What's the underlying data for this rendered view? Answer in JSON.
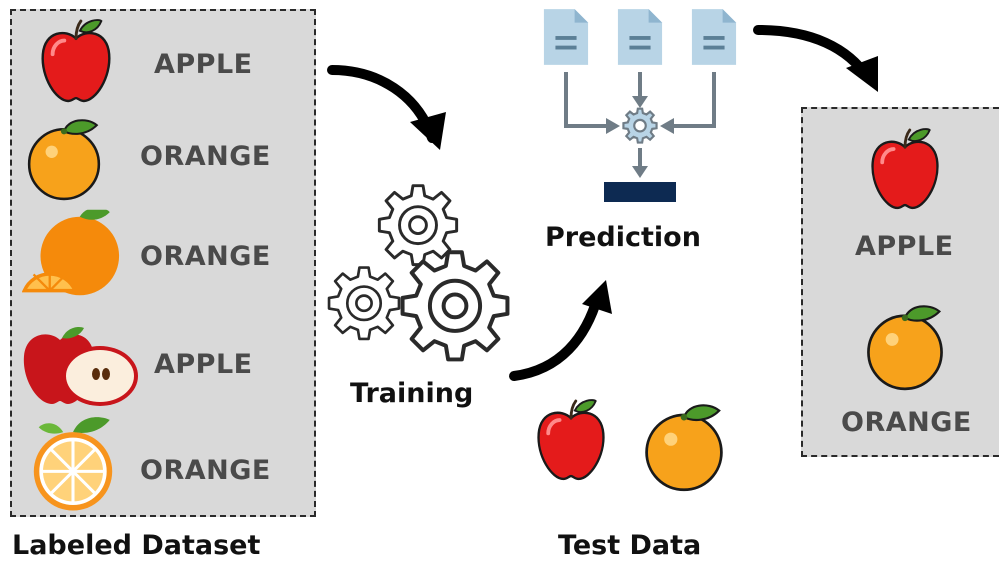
{
  "labeled_dataset": {
    "caption": "Labeled Dataset",
    "items": [
      {
        "label": "APPLE",
        "icon": "apple-icon"
      },
      {
        "label": "ORANGE",
        "icon": "orange-icon"
      },
      {
        "label": "ORANGE",
        "icon": "orange-icon"
      },
      {
        "label": "APPLE",
        "icon": "apple-icon"
      },
      {
        "label": "ORANGE",
        "icon": "orange-icon"
      }
    ]
  },
  "training": {
    "caption": "Training"
  },
  "prediction": {
    "caption": "Prediction"
  },
  "test_data": {
    "caption": "Test Data"
  },
  "output": {
    "items": [
      {
        "label": "APPLE",
        "icon": "apple-icon"
      },
      {
        "label": "ORANGE",
        "icon": "orange-icon"
      }
    ]
  },
  "colors": {
    "panel_bg": "#d9d9d9",
    "label_text": "#4a4a4a",
    "apple_red": "#e41b1b",
    "orange": "#f7a21b",
    "leaf_green": "#4c9a2a",
    "doc_blue": "#b8d4e6",
    "model_bar": "#0d2a52"
  }
}
